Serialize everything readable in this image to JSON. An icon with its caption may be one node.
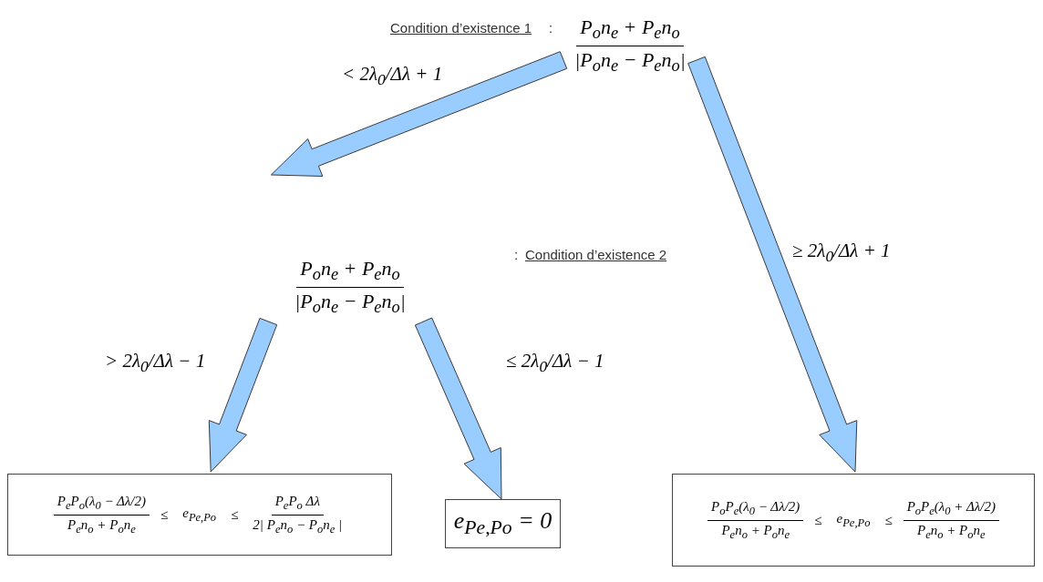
{
  "diagram": {
    "nodes": [
      {
        "text": [
          "P$_{o}$n$_{e}$ + P$_{e}$n$_{o}$",
          "|P$_{o}$n$_{e}$ − P$_{e}$n$_{o}$|"
        ],
        "beside": [
          "Condition d’existence 1",
          ":"
        ]
      },
      {
        "text": [
          "P$_{o}$n$_{e}$ + P$_{e}$n$_{o}$",
          "|P$_{o}$n$_{e}$ − P$_{e}$n$_{o}$|"
        ],
        "beside": [
          ":",
          "Condition d’existence 2"
        ]
      },
      {
        "text": [
          "P$_{e}$P$_{o}$(λ$_{0}$ − Δλ/2)",
          "P$_{e}$n$_{o}$ + P$_{o}$n$_{e}$",
          "≤",
          "e$_{Pe,Po}$",
          "≤",
          "P$_{e}$P$_{o}$ Δλ",
          "2| P$_{e}$n$_{o}$ − P$_{o}$n$_{e}$ |"
        ]
      },
      {
        "text": [
          "e$_{Pe,Po}$ = 0"
        ]
      },
      {
        "text": [
          "P$_{o}$P$_{e}$(λ$_{0}$ − Δλ/2)",
          "P$_{e}$n$_{o}$ + P$_{o}$n$_{e}$",
          "≤",
          "e$_{Pe,Po}$",
          "≤",
          "P$_{o}$P$_{e}$(λ$_{0}$ + Δλ/2)",
          "P$_{e}$n$_{o}$ + P$_{o}$n$_{e}$"
        ]
      }
    ],
    "edges": [
      {
        "from": 0,
        "to": 1,
        "arrow": "to",
        "label": "< 2λ$_{0}$/Δλ + 1"
      },
      {
        "from": 0,
        "to": 4,
        "arrow": "to",
        "label": "≥ 2λ$_{0}$/Δλ + 1"
      },
      {
        "from": 1,
        "to": 2,
        "arrow": "to",
        "label": "> 2λ$_{0}$/Δλ − 1"
      },
      {
        "from": 1,
        "to": 3,
        "arrow": "to",
        "label": "≤ 2λ$_{0}$/Δλ − 1"
      }
    ]
  }
}
